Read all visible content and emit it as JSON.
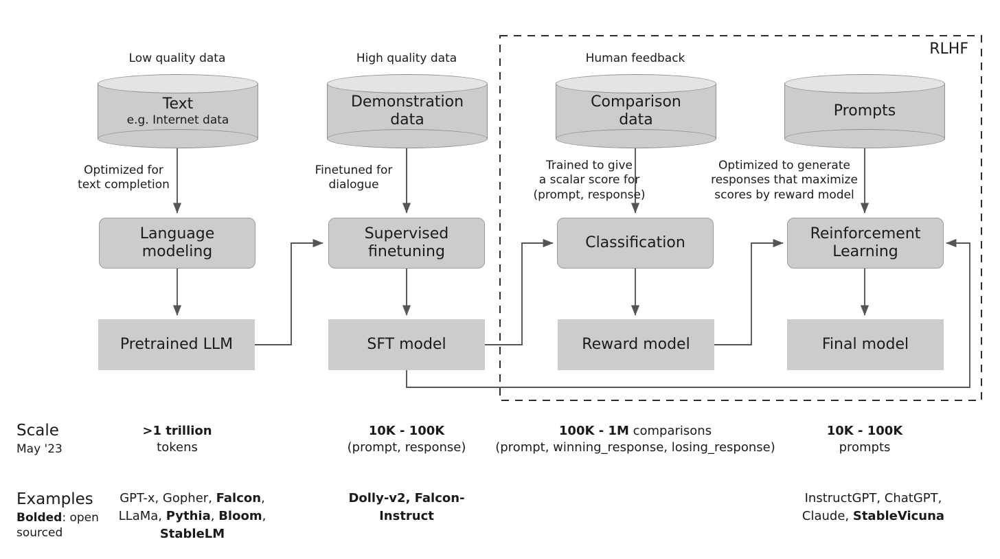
{
  "diagram": {
    "rlhf_label": "RLHF",
    "columns": [
      {
        "id": "pretraining",
        "caption": "Low quality data",
        "source": {
          "line1": "Text",
          "line2": "e.g. Internet data"
        },
        "edge_label": "Optimized for\ntext completion",
        "process": "Language\nmodeling",
        "model": "Pretrained LLM",
        "scale_value": ">1 trillion",
        "scale_unit": "tokens",
        "examples": [
          {
            "t": "GPT-x, Gopher, ",
            "b": false
          },
          {
            "t": "Falcon",
            "b": true
          },
          {
            "t": ", ",
            "b": false
          },
          {
            "t": "LLaMa, ",
            "b": false
          },
          {
            "t": "Pythia",
            "b": true
          },
          {
            "t": ", ",
            "b": false
          },
          {
            "t": "Bloom",
            "b": true
          },
          {
            "t": ", ",
            "b": false
          },
          {
            "t": "StableLM",
            "b": true
          }
        ]
      },
      {
        "id": "sft",
        "caption": "High quality data",
        "source": {
          "line1": "Demonstration",
          "line2": "data"
        },
        "edge_label": "Finetuned for\ndialogue",
        "process": "Supervised\nfinetuning",
        "model": "SFT model",
        "scale_value": "10K - 100K",
        "scale_unit": "(prompt, response)",
        "examples": [
          {
            "t": "Dolly-v2, Falcon-Instruct",
            "b": true
          }
        ]
      },
      {
        "id": "reward-modeling",
        "caption": "Human feedback",
        "source": {
          "line1": "Comparison",
          "line2": "data"
        },
        "edge_label": "Trained to give\na scalar score for\n(prompt, response)",
        "process": "Classification",
        "model": "Reward model",
        "scale_value": "100K - 1M",
        "scale_value_suffix": " comparisons",
        "scale_unit": "(prompt, winning_response, losing_response)",
        "examples": []
      },
      {
        "id": "rl-finetuning",
        "caption": "",
        "source": {
          "line1": "Prompts",
          "line2": ""
        },
        "edge_label": "Optimized to generate\nresponses that maximize\nscores by reward model",
        "process": "Reinforcement\nLearning",
        "model": "Final model",
        "scale_value": "10K - 100K",
        "scale_unit": "prompts",
        "examples": [
          {
            "t": "InstructGPT, ChatGPT,",
            "b": false
          },
          {
            "t": "\n",
            "b": false
          },
          {
            "t": "Claude, ",
            "b": false
          },
          {
            "t": "StableVicuna",
            "b": true
          }
        ]
      }
    ],
    "scale_row": {
      "title": "Scale",
      "subtitle": "May '23"
    },
    "examples_row": {
      "title": "Examples",
      "note_bold": "Bolded",
      "note_rest": ": open sourced"
    },
    "colors": {
      "fill": "#cccccc",
      "cylinder_top": "#e4e4e4",
      "stroke": "#8f8f8f",
      "arrow": "#555555",
      "text": "#1b1b1b"
    }
  }
}
